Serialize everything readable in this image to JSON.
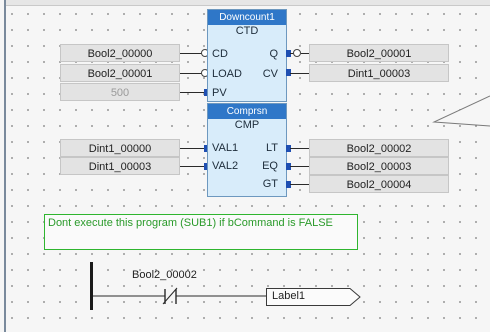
{
  "counter_block": {
    "instance": "Downcount1",
    "type": "CTD",
    "pins": {
      "cd": "CD",
      "load": "LOAD",
      "pv": "PV",
      "q": "Q",
      "cv": "CV"
    },
    "inputs": {
      "cd": "Bool2_00000",
      "load": "Bool2_00001",
      "pv": "500"
    },
    "outputs": {
      "q": "Bool2_00001",
      "cv": "Dint1_00003"
    }
  },
  "compare_block": {
    "instance": "Comprsn",
    "type": "CMP",
    "pins": {
      "val1": "VAL1",
      "val2": "VAL2",
      "lt": "LT",
      "eq": "EQ",
      "gt": "GT"
    },
    "inputs": {
      "val1": "Dint1_00000",
      "val2": "Dint1_00003"
    },
    "outputs": {
      "lt": "Bool2_00002",
      "eq": "Bool2_00003",
      "gt": "Bool2_00004"
    }
  },
  "comment": {
    "text": "Dont execute this program (SUB1) if bCommand is FALSE"
  },
  "rung": {
    "contact_var": "Bool2_00002",
    "jump_label": "Label1"
  },
  "colors": {
    "block_header": "#2f77c8",
    "block_body": "#d8ecfa",
    "pin_marker": "#1f4fb2",
    "comment_border": "#2fb52f",
    "comment_text": "#2a9a2a"
  }
}
